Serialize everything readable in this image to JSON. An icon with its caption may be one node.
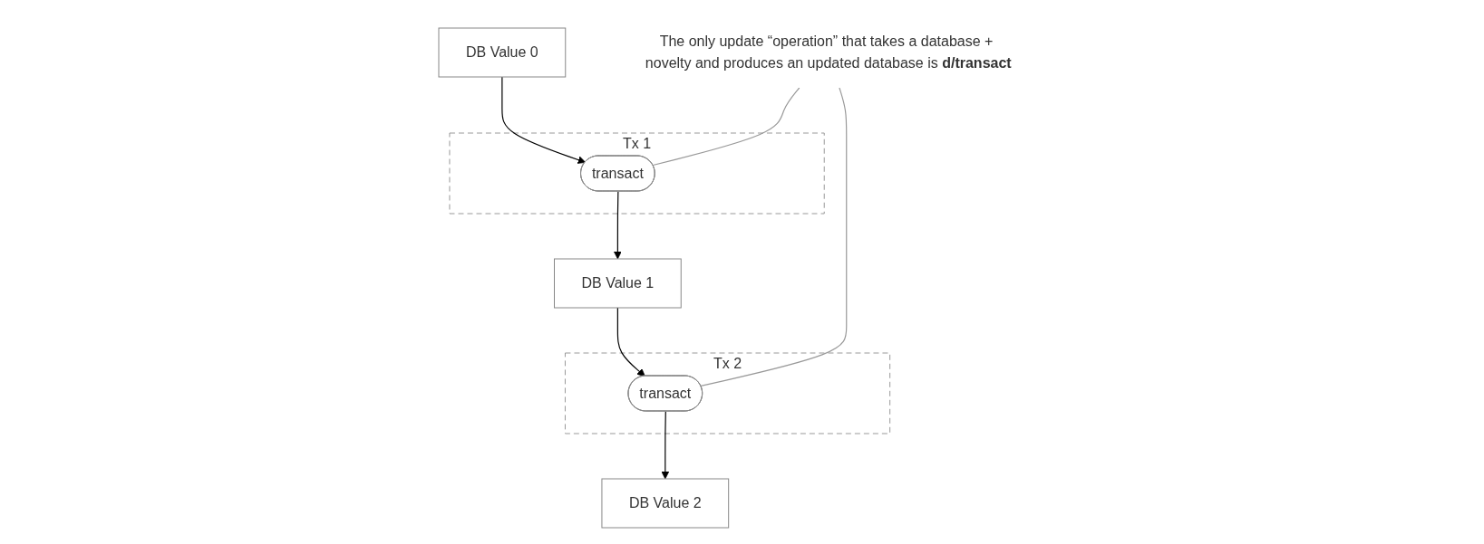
{
  "diagram": {
    "nodes": [
      {
        "text": [
          "DB Value 0"
        ]
      },
      {
        "text": [
          "Tx 1"
        ]
      },
      {
        "text": [
          "transact"
        ],
        "in": 1
      },
      {
        "text": [
          "DB Value 1"
        ]
      },
      {
        "text": [
          "Tx 2"
        ]
      },
      {
        "text": [
          "transact"
        ],
        "in": 4
      },
      {
        "text": [
          "DB Value 2"
        ]
      },
      {
        "text": [
          "The only update “operation” that takes a database + novelty and produces an updated database is **d/transact**"
        ]
      }
    ],
    "edges": [
      {
        "from": 0,
        "to": 2,
        "arrow": "to"
      },
      {
        "from": 2,
        "to": 3,
        "arrow": "to"
      },
      {
        "from": 3,
        "to": 5,
        "arrow": "to"
      },
      {
        "from": 5,
        "to": 6,
        "arrow": "to"
      },
      {
        "from": 7,
        "to": 2,
        "arrow": "none",
        "color": "#999999"
      },
      {
        "from": 7,
        "to": 5,
        "arrow": "none",
        "color": "#999999"
      }
    ]
  }
}
